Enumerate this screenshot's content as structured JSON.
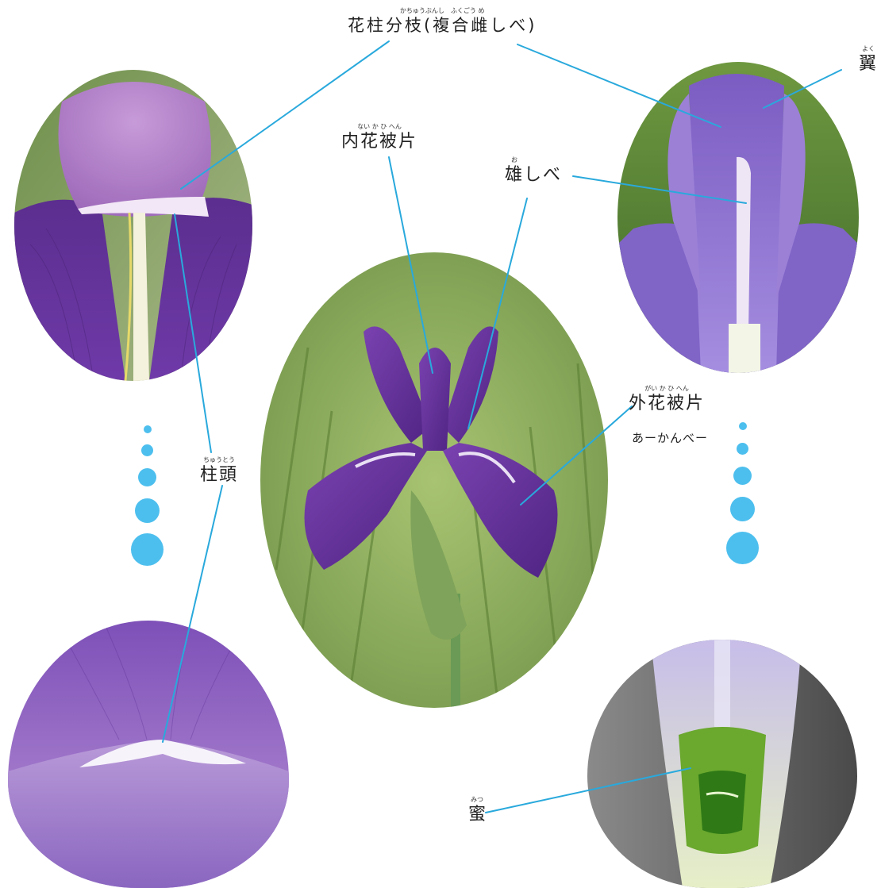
{
  "labels": {
    "style_branch": {
      "text": "花柱分枝(複合雌しべ)",
      "ruby": "かちゅうぶんし　ふくごう め"
    },
    "wing": {
      "text": "翼",
      "ruby": "よく"
    },
    "inner_tepal": {
      "text": "内花被片",
      "ruby": "ない か ひ へん"
    },
    "stamen": {
      "text": "雄しべ",
      "ruby": "お"
    },
    "outer_tepal": {
      "text": "外花被片",
      "ruby": "がい か ひ へん"
    },
    "dialect_name": {
      "text": "あーかんべー"
    },
    "stigma": {
      "text": "柱頭",
      "ruby": "ちゅうとう"
    },
    "nectar": {
      "text": "蜜",
      "ruby": "みつ"
    }
  },
  "colors": {
    "leader_line": "#29a9dc",
    "dot": "#4dbfee",
    "petal_purple": "#6b3fa0",
    "light_purple": "#9a7cc8",
    "background_green": "#8fb15c"
  }
}
